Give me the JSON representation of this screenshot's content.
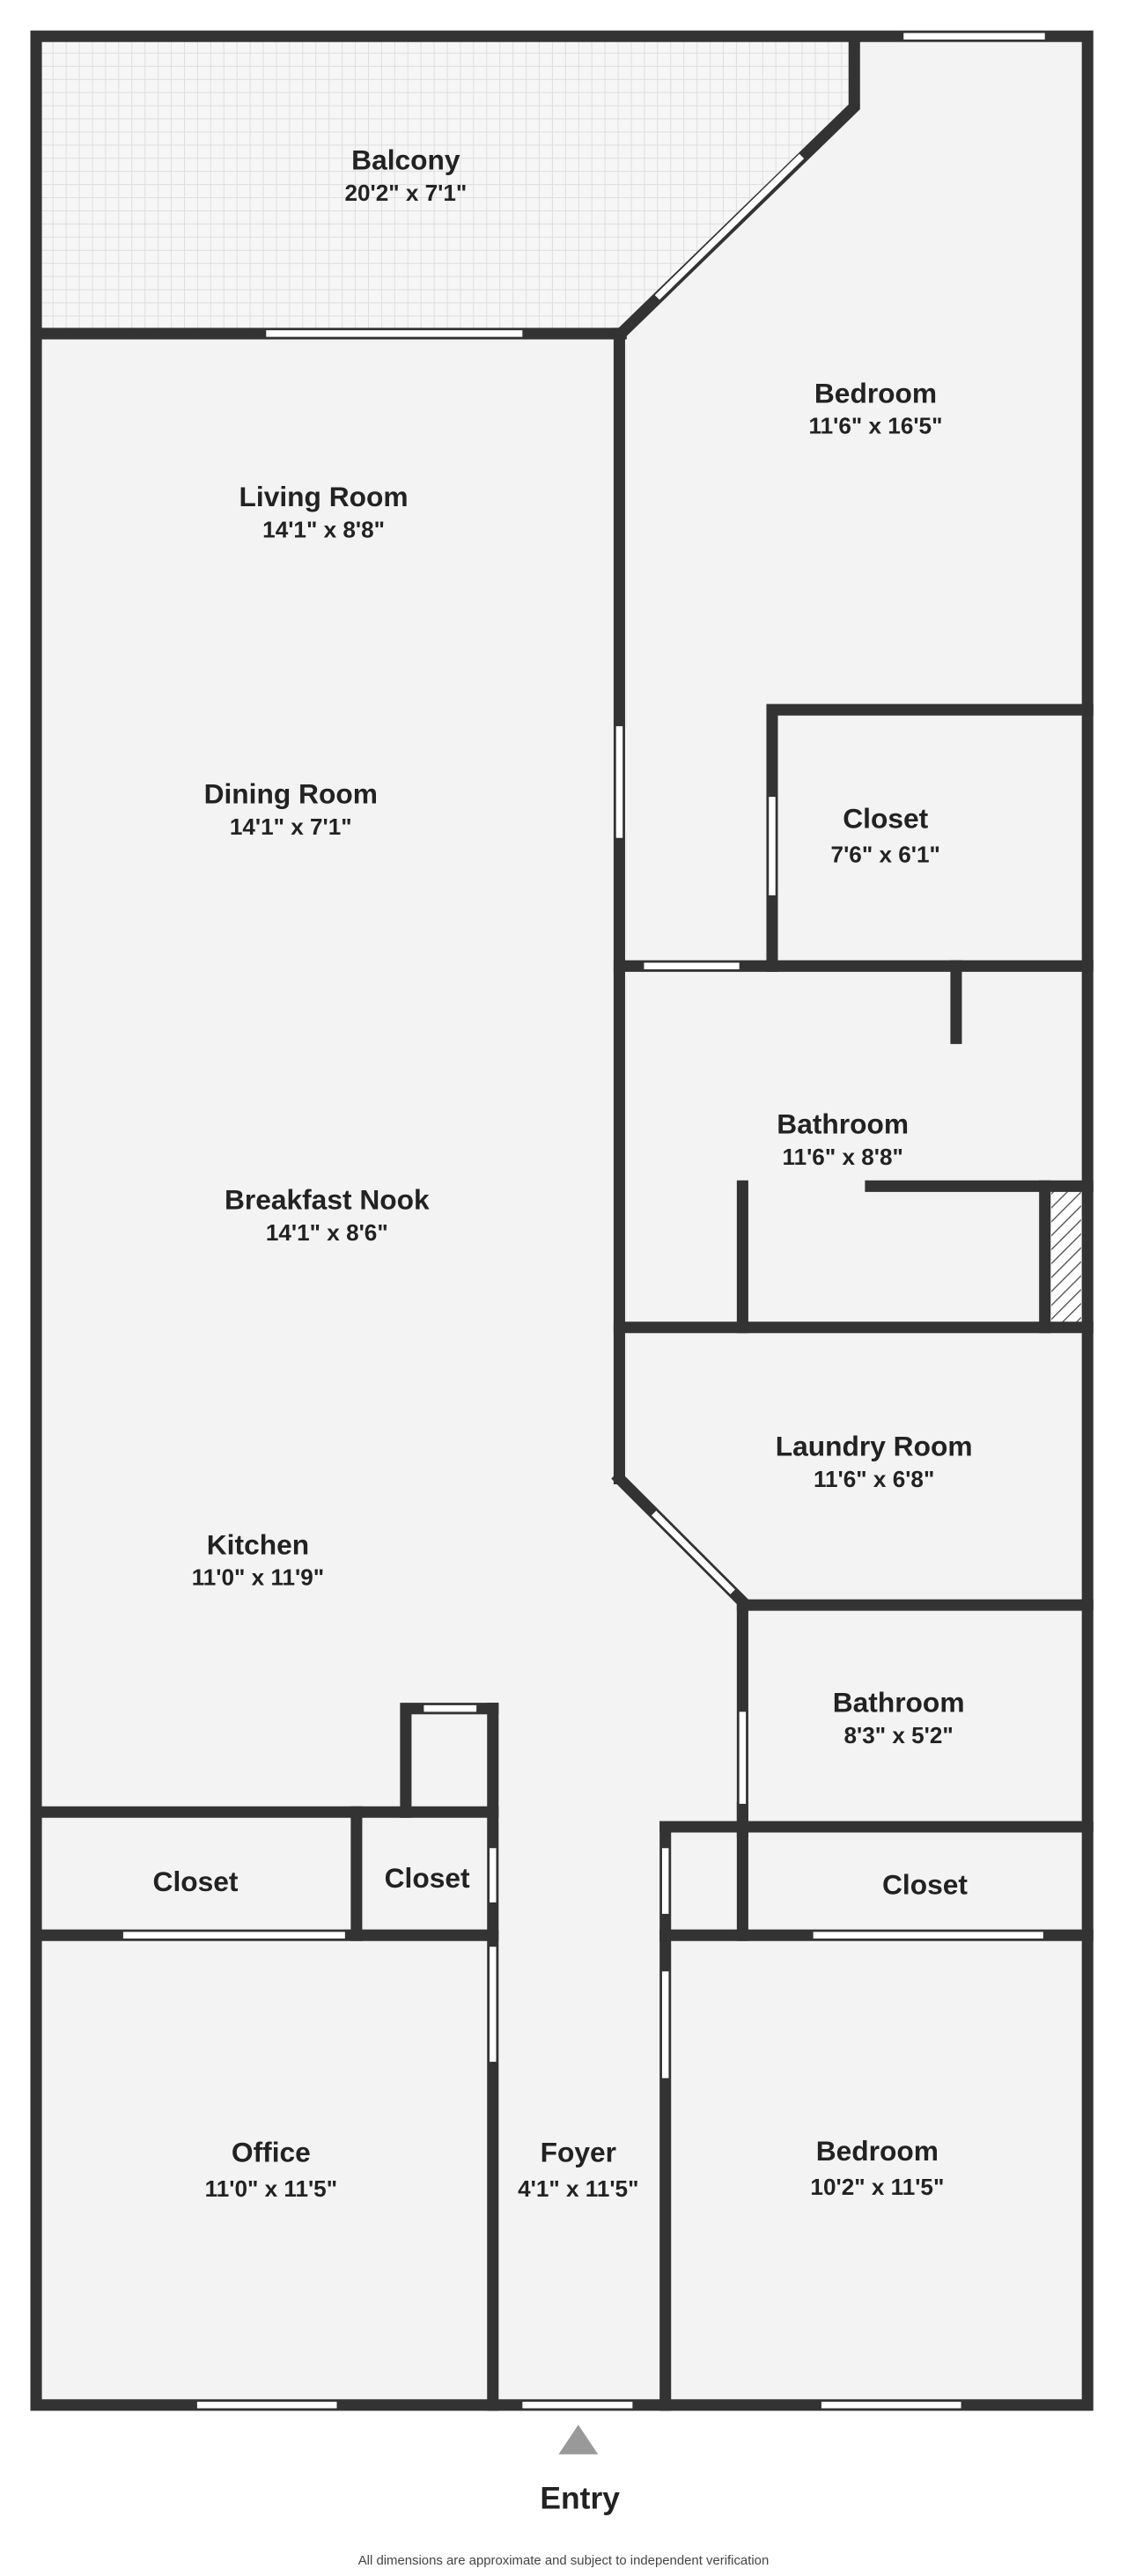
{
  "rooms": {
    "balcony": {
      "name": "Balcony",
      "dim": "20'2\" x 7'1\""
    },
    "bedroom1": {
      "name": "Bedroom",
      "dim": "11'6\" x 16'5\""
    },
    "living": {
      "name": "Living Room",
      "dim": "14'1\" x 8'8\""
    },
    "dining": {
      "name": "Dining Room",
      "dim": "14'1\" x 7'1\""
    },
    "closet1": {
      "name": "Closet",
      "dim": "7'6\" x 6'1\""
    },
    "bathroom1": {
      "name": "Bathroom",
      "dim": "11'6\" x 8'8\""
    },
    "nook": {
      "name": "Breakfast Nook",
      "dim": "14'1\" x 8'6\""
    },
    "laundry": {
      "name": "Laundry Room",
      "dim": "11'6\" x 6'8\""
    },
    "kitchen": {
      "name": "Kitchen",
      "dim": "11'0\" x 11'9\""
    },
    "bathroom2": {
      "name": "Bathroom",
      "dim": "8'3\" x 5'2\""
    },
    "closet2": {
      "name": "Closet"
    },
    "closet3": {
      "name": "Closet"
    },
    "closet4": {
      "name": "Closet"
    },
    "office": {
      "name": "Office",
      "dim": "11'0\" x 11'5\""
    },
    "foyer": {
      "name": "Foyer",
      "dim": "4'1\" x 11'5\""
    },
    "bedroom2": {
      "name": "Bedroom",
      "dim": "10'2\" x 11'5\""
    }
  },
  "entry_label": "Entry",
  "disclaimer": "All dimensions are approximate and subject to independent verification",
  "colors": {
    "wall": "#333333",
    "floor": "#f3f3f3"
  }
}
